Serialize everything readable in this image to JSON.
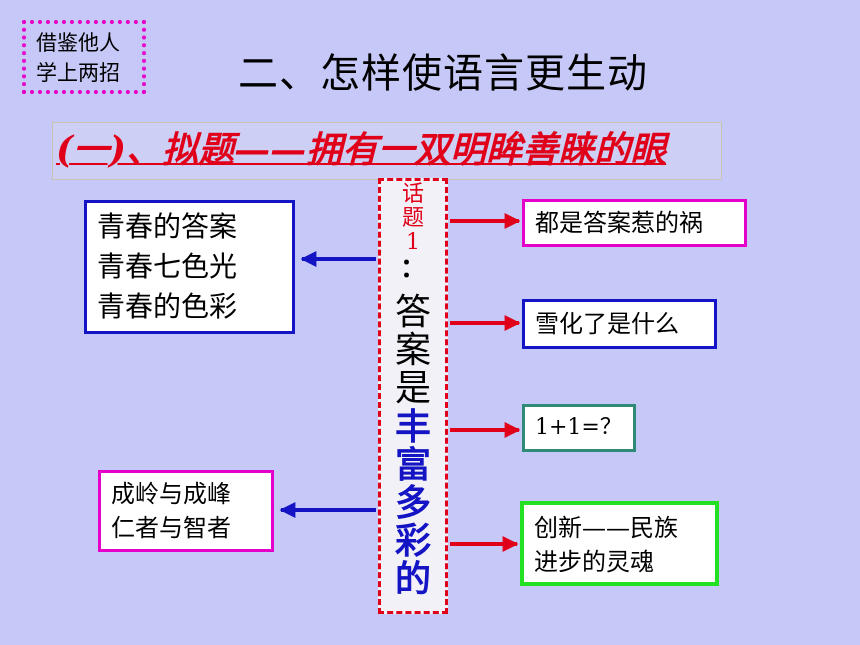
{
  "tag": {
    "line1": "借鉴他人",
    "line2": "学上两招"
  },
  "title": "二、怎样使语言更生动",
  "subtitle": "(一)、拟题——拥有一双明眸善睐的眼",
  "left_box_1": {
    "items": [
      "青春的答案",
      "青春七色光",
      "青春的色彩"
    ]
  },
  "left_box_2": {
    "items": [
      "成岭与成峰",
      "仁者与智者"
    ]
  },
  "center": {
    "topic_chars": [
      "话",
      "题",
      "1"
    ],
    "colon": "：",
    "black_chars": [
      "答",
      "案",
      "是"
    ],
    "blue_chars": [
      "丰",
      "富",
      "多",
      "彩",
      "的"
    ]
  },
  "right_boxes": [
    {
      "lines": [
        "都是答案惹的祸"
      ]
    },
    {
      "lines": [
        "雪化了是什么"
      ]
    },
    {
      "lines": [
        "1+1=？"
      ]
    },
    {
      "lines": [
        "创新——民族",
        "进步的灵魂"
      ]
    }
  ],
  "colors": {
    "background": "#c6c9f7",
    "red": "#e0001a",
    "blue": "#1414c4",
    "magenta": "#e400c8",
    "teal": "#2f8a7a",
    "green": "#22e022"
  }
}
